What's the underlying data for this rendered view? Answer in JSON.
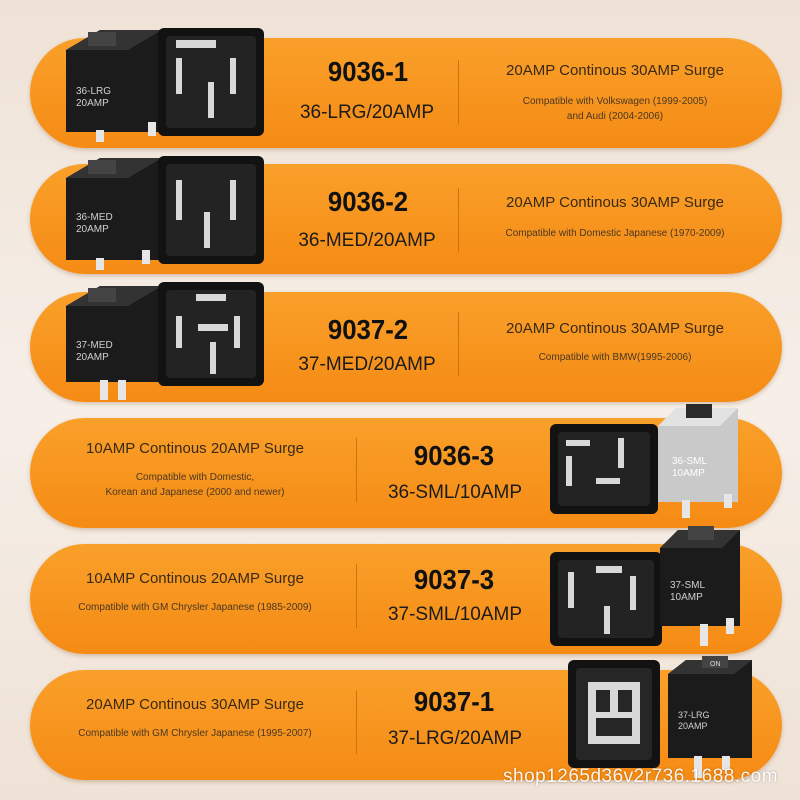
{
  "rows": [
    {
      "code": "9036-1",
      "model": "36-LRG/20AMP",
      "rating": "20AMP Continous 30AMP Surge",
      "compat": [
        "Compatible with Volkswagen (1999-2005)",
        "and Audi (2004-2006)"
      ],
      "label_lines": [
        "36-LRG",
        "20AMP"
      ]
    },
    {
      "code": "9036-2",
      "model": "36-MED/20AMP",
      "rating": "20AMP Continous 30AMP Surge",
      "compat": [
        "Compatible with Domestic Japanese (1970-2009)"
      ],
      "label_lines": [
        "36-MED",
        "20AMP"
      ]
    },
    {
      "code": "9037-2",
      "model": "37-MED/20AMP",
      "rating": "20AMP Continous 30AMP Surge",
      "compat": [
        "Compatible with BMW(1995-2006)"
      ],
      "label_lines": [
        "37-MED",
        "20AMP"
      ]
    },
    {
      "code": "9036-3",
      "model": "36-SML/10AMP",
      "rating": "10AMP Continous 20AMP Surge",
      "compat": [
        "Compatible with Domestic,",
        "Korean and Japanese (2000 and newer)"
      ],
      "label_lines": [
        "36-SML",
        "10AMP"
      ]
    },
    {
      "code": "9037-3",
      "model": "37-SML/10AMP",
      "rating": "10AMP Continous 20AMP Surge",
      "compat": [
        "Compatible with GM Chrysler Japanese (1985-2009)"
      ],
      "label_lines": [
        "37-SML",
        "10AMP"
      ]
    },
    {
      "code": "9037-1",
      "model": "37-LRG/20AMP",
      "rating": "20AMP Continous 30AMP Surge",
      "compat": [
        "Compatible with GM Chrysler Japanese (1995-2007)"
      ],
      "label_lines": [
        "37-LRG",
        "20AMP"
      ]
    }
  ],
  "relay_switch_text": "ON",
  "watermark": "shop1265d36v2r736.1688.com",
  "colors": {
    "band": "#f58b14",
    "relay_black": "#1d1d1d",
    "relay_grey": "#c9c9c9"
  }
}
